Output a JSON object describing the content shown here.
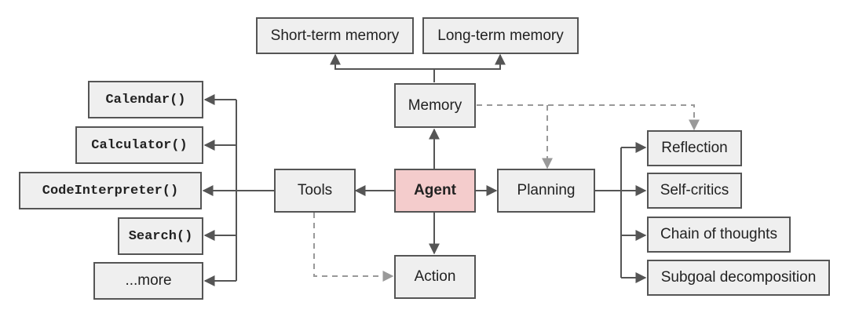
{
  "nodes": {
    "agent": "Agent",
    "memory": "Memory",
    "short_term_memory": "Short-term memory",
    "long_term_memory": "Long-term memory",
    "tools": "Tools",
    "planning": "Planning",
    "action": "Action",
    "tool_items": [
      "Calendar()",
      "Calculator()",
      "CodeInterpreter()",
      "Search()",
      "...more"
    ],
    "planning_items": [
      "Reflection",
      "Self-critics",
      "Chain of thoughts",
      "Subgoal decomposition"
    ]
  },
  "colors": {
    "node_fill": "#efefef",
    "agent_fill": "#f4cccc",
    "edge": "#555555",
    "dashed_edge": "#999999"
  }
}
